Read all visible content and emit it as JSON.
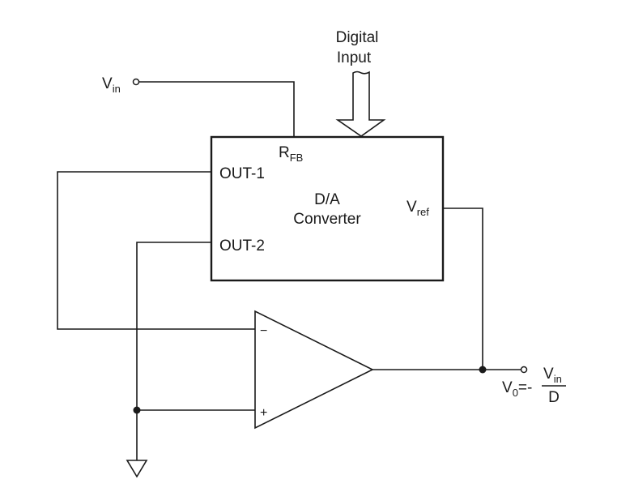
{
  "digital_input": {
    "line1": "Digital",
    "line2": "Input"
  },
  "vin_input": {
    "main": "V",
    "sub": "in"
  },
  "dac": {
    "rfb_main": "R",
    "rfb_sub": "FB",
    "out1": "OUT-1",
    "out2": "OUT-2",
    "title1": "D/A",
    "title2": "Converter",
    "vref_main": "V",
    "vref_sub": "ref"
  },
  "opamp": {
    "minus": "−",
    "plus": "+"
  },
  "output": {
    "v": "V",
    "v_sub": "0",
    "eq": "=-",
    "num": "V",
    "num_sub": "in",
    "den": "D"
  }
}
